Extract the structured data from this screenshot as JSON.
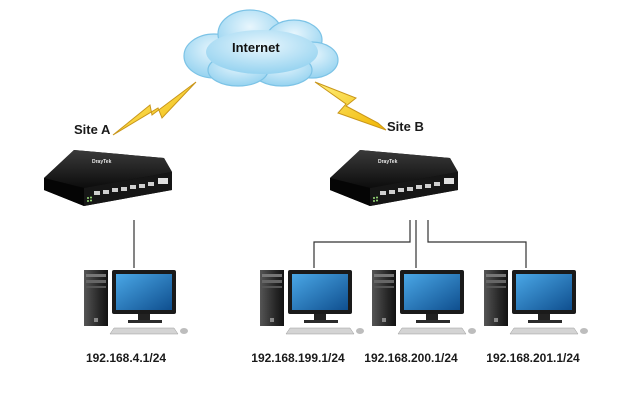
{
  "internet": {
    "label": "Internet"
  },
  "sites": [
    {
      "label": "Site A",
      "router_brand": "DrayTek"
    },
    {
      "label": "Site B",
      "router_brand": "DrayTek"
    }
  ],
  "hosts": [
    {
      "ip": "192.168.4.1/24"
    },
    {
      "ip": "192.168.199.1/24"
    },
    {
      "ip": "192.168.200.1/24"
    },
    {
      "ip": "192.168.201.1/24"
    }
  ],
  "colors": {
    "cloud": "#a9dcf3",
    "cloud_edge": "#7cc3e6",
    "lightning": "#ffd21a",
    "lightning_edge": "#c9961a",
    "router": "#1b1b1b",
    "monitor_screen": "#1e6fb3",
    "cable": "#333333"
  }
}
